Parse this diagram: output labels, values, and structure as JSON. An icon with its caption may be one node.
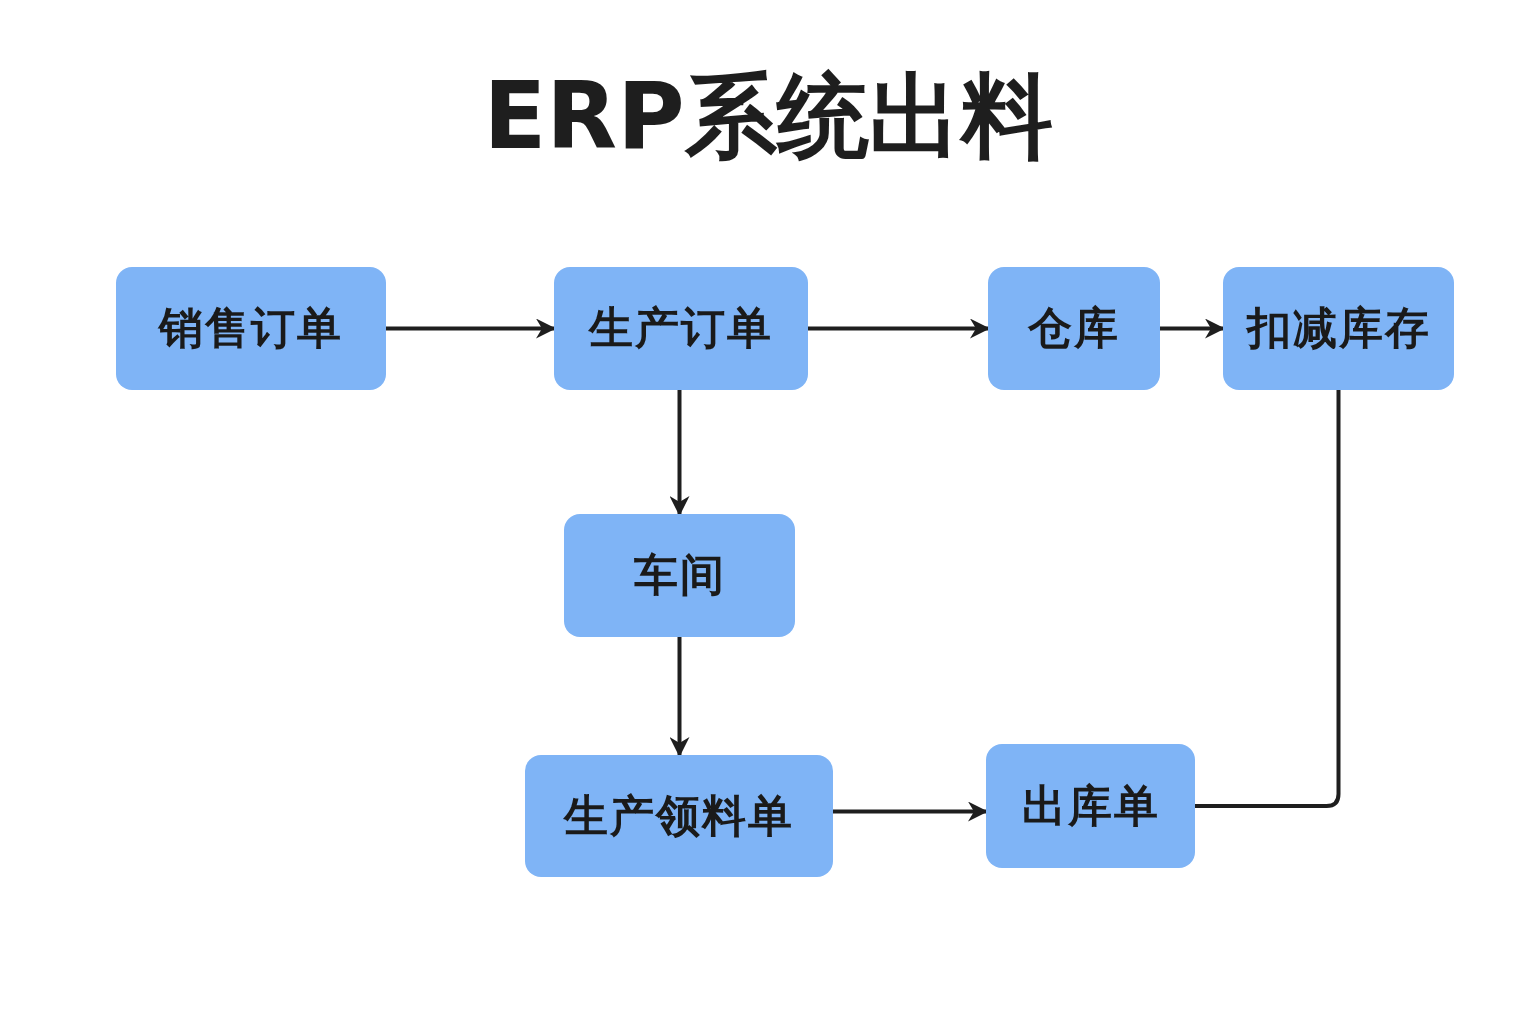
{
  "diagram": {
    "title": "ERP系统出料",
    "nodes": [
      {
        "text": [
          "销售订单"
        ]
      },
      {
        "text": [
          "生产订单"
        ]
      },
      {
        "text": [
          "仓库"
        ]
      },
      {
        "text": [
          "扣减库存"
        ]
      },
      {
        "text": [
          "车间"
        ]
      },
      {
        "text": [
          "生产领料单"
        ]
      },
      {
        "text": [
          "出库单"
        ]
      }
    ],
    "edges": [
      {
        "from": 0,
        "to": 1,
        "arrow": "to"
      },
      {
        "from": 1,
        "to": 2,
        "arrow": "to"
      },
      {
        "from": 2,
        "to": 3,
        "arrow": "to"
      },
      {
        "from": 1,
        "to": 4,
        "arrow": "to"
      },
      {
        "from": 4,
        "to": 5,
        "arrow": "to"
      },
      {
        "from": 5,
        "to": 6,
        "arrow": "to"
      },
      {
        "from": 6,
        "to": 3,
        "arrow": "none"
      }
    ]
  }
}
